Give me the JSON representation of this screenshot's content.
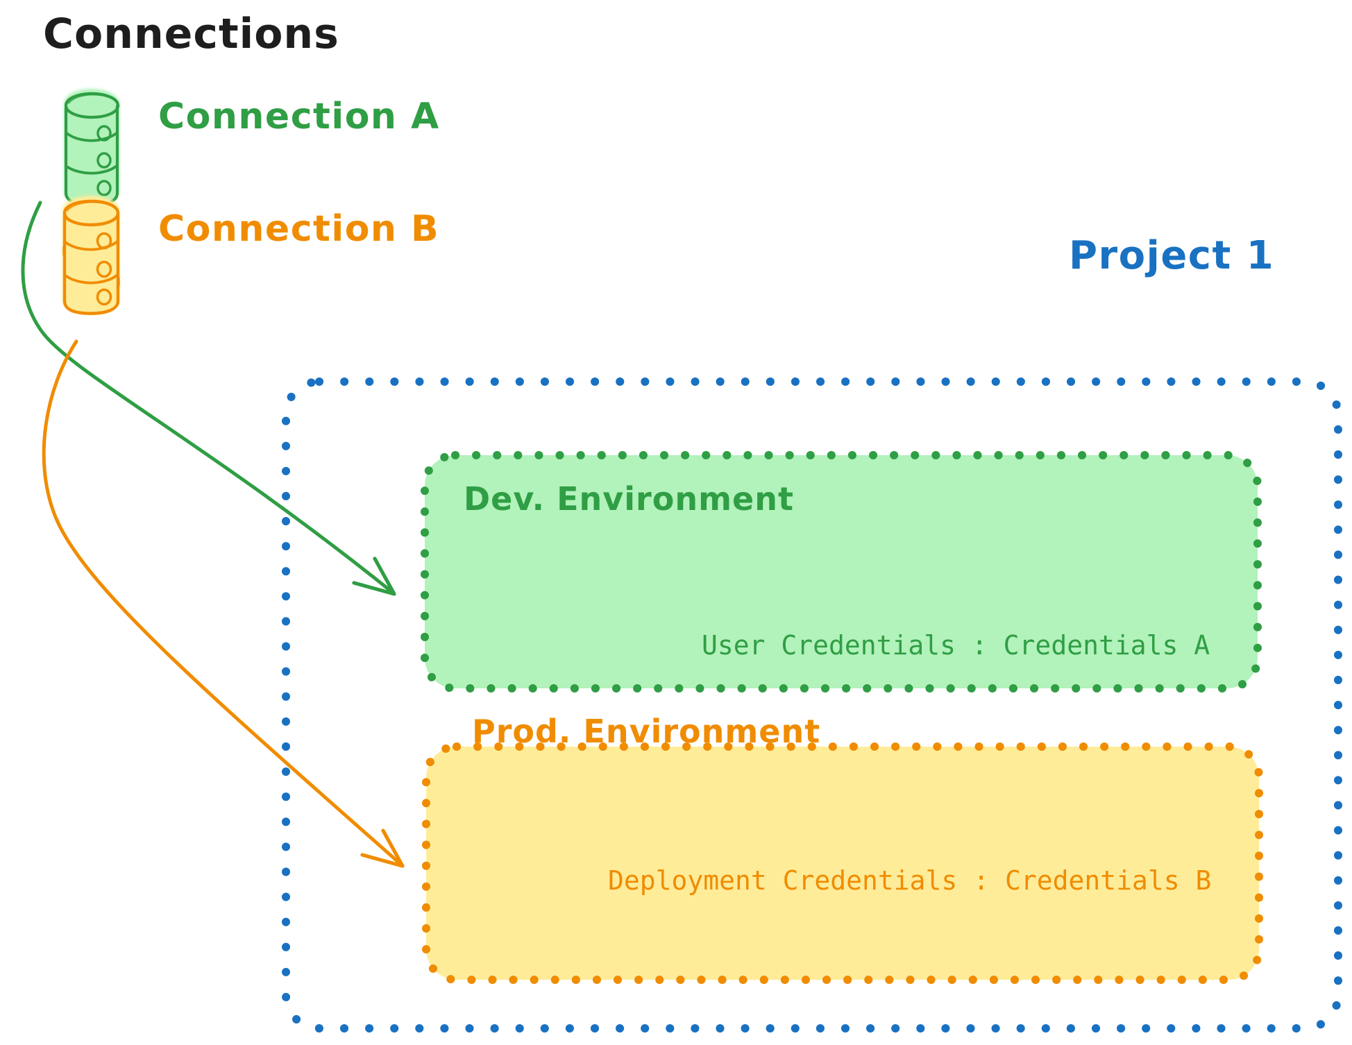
{
  "diagram": {
    "title": "Connections",
    "background": "#ffffff",
    "colors": {
      "black": "#1e1e1e",
      "green_stroke": "#2f9e44",
      "green_fill": "#b2f2bb",
      "orange_stroke": "#f08c00",
      "orange_fill": "#ffec99",
      "blue_stroke": "#1971c2"
    }
  },
  "connections": {
    "heading": "Connections",
    "items": [
      {
        "label": "Connection A",
        "icon": "database-cylinder-icon",
        "color": "#2f9e44",
        "target": "Dev. Environment"
      },
      {
        "label": "Connection B",
        "icon": "database-cylinder-icon",
        "color": "#f08c00",
        "target": "Prod. Environment"
      }
    ]
  },
  "project": {
    "label": "Project 1",
    "color": "#1971c2",
    "environments": [
      {
        "name": "dev",
        "title": "Dev. Environment",
        "credentials_text": "User Credentials : Credentials A",
        "credentials_key": "User Credentials",
        "credentials_value": "Credentials A",
        "stroke": "#2f9e44",
        "fill": "#b2f2bb"
      },
      {
        "name": "prod",
        "title": "Prod. Environment",
        "credentials_text": "Deployment Credentials : Credentials B",
        "credentials_key": "Deployment Credentials",
        "credentials_value": "Credentials B",
        "stroke": "#f08c00",
        "fill": "#ffec99"
      }
    ]
  },
  "edges": [
    {
      "from": "Connection A",
      "to": "Dev. Environment",
      "color": "#2f9e44",
      "style": "curved-arrow"
    },
    {
      "from": "Connection B",
      "to": "Prod. Environment",
      "color": "#f08c00",
      "style": "curved-arrow"
    }
  ]
}
